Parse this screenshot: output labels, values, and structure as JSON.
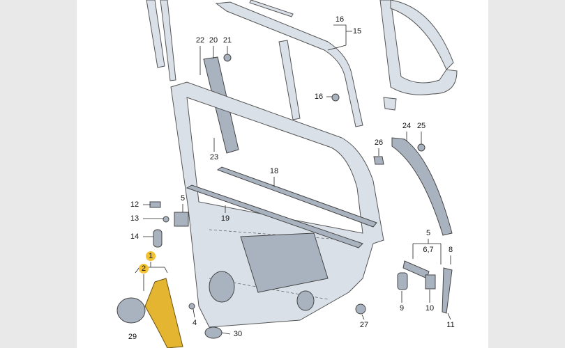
{
  "diagram": {
    "title": "Rear door exploded parts diagram",
    "colors": {
      "part_fill": "#d9e0e8",
      "highlight": "#f2c232",
      "regulator": "#e3b530",
      "background": "#e9e9e9"
    },
    "callouts": {
      "c16a": "16",
      "c15": "15",
      "c22": "22",
      "c20": "20",
      "c21": "21",
      "c16b": "16",
      "c23": "23",
      "c26": "26",
      "c24": "24",
      "c25": "25",
      "c18": "18",
      "c12": "12",
      "c5a": "5",
      "c13": "13",
      "c19": "19",
      "c14": "14",
      "c1": "1",
      "c2": "2",
      "c5b": "5",
      "c67": "6,7",
      "c8": "8",
      "c29": "29",
      "c4": "4",
      "c30": "30",
      "c9": "9",
      "c10": "10",
      "c27": "27",
      "c11": "11"
    }
  }
}
